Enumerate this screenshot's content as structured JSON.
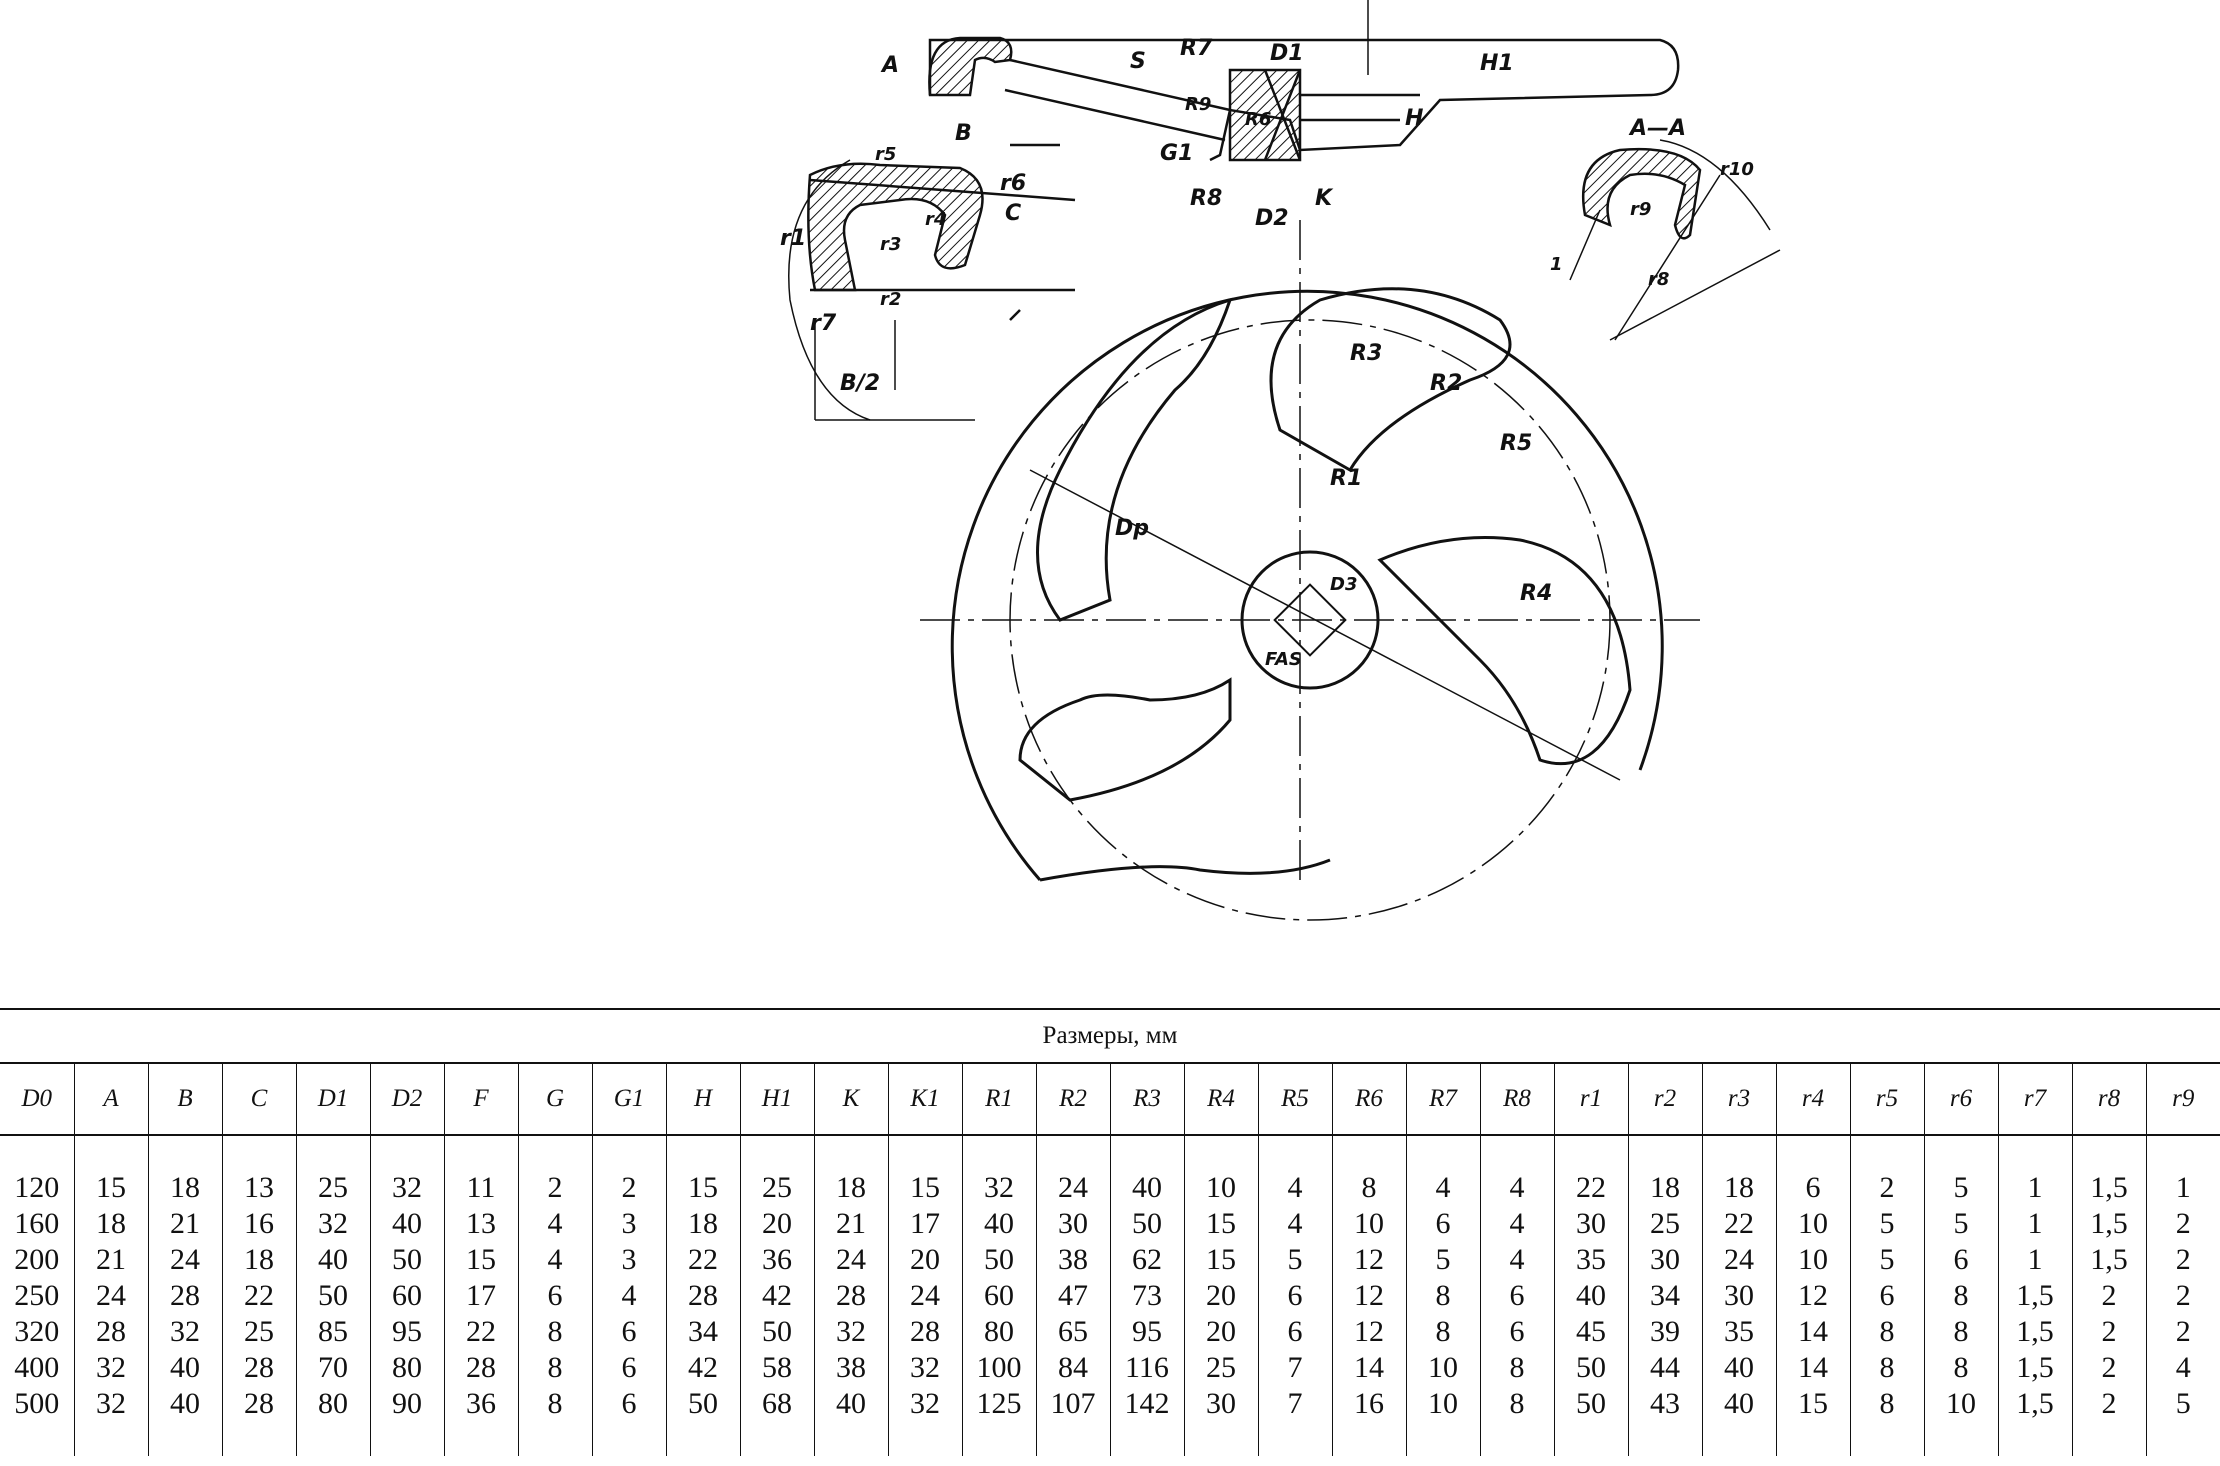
{
  "drawing": {
    "labels": {
      "A": "A",
      "B": "B",
      "S": "S",
      "R7": "R7",
      "D1": "D1",
      "H1": "H1",
      "H": "H",
      "R9": "R9",
      "R6": "R6",
      "r6": "r6",
      "G1": "G1",
      "R8": "R8",
      "D2": "D2",
      "K": "K",
      "r5": "r5",
      "C": "C",
      "r3": "r3",
      "r4": "r4",
      "r7": "r7",
      "r2": "r2",
      "r1": "r1",
      "B2": "B/2",
      "AA": "A—A",
      "r10": "r10",
      "r9": "r9",
      "r8": "r8",
      "Dp": "Dp",
      "R3": "R3",
      "R2": "R2",
      "R5": "R5",
      "R1": "R1",
      "D3": "D3",
      "R4": "R4",
      "FAS": "FAS",
      "one": "1"
    }
  },
  "table": {
    "caption": "Размеры, мм",
    "headers": [
      "D0",
      "A",
      "B",
      "C",
      "D1",
      "D2",
      "F",
      "G",
      "G1",
      "H",
      "H1",
      "K",
      "K1",
      "R1",
      "R2",
      "R3",
      "R4",
      "R5",
      "R6",
      "R7",
      "R8",
      "r1",
      "r2",
      "r3",
      "r4",
      "r5",
      "r6",
      "r7",
      "r8",
      "r9"
    ],
    "rows": [
      [
        "120",
        "15",
        "18",
        "13",
        "25",
        "32",
        "11",
        "2",
        "2",
        "15",
        "25",
        "18",
        "15",
        "32",
        "24",
        "40",
        "10",
        "4",
        "8",
        "4",
        "4",
        "22",
        "18",
        "18",
        "6",
        "2",
        "5",
        "1",
        "1,5",
        "1"
      ],
      [
        "160",
        "18",
        "21",
        "16",
        "32",
        "40",
        "13",
        "4",
        "3",
        "18",
        "20",
        "21",
        "17",
        "40",
        "30",
        "50",
        "15",
        "4",
        "10",
        "6",
        "4",
        "30",
        "25",
        "22",
        "10",
        "5",
        "5",
        "1",
        "1,5",
        "2"
      ],
      [
        "200",
        "21",
        "24",
        "18",
        "40",
        "50",
        "15",
        "4",
        "3",
        "22",
        "36",
        "24",
        "20",
        "50",
        "38",
        "62",
        "15",
        "5",
        "12",
        "5",
        "4",
        "35",
        "30",
        "24",
        "10",
        "5",
        "6",
        "1",
        "1,5",
        "2"
      ],
      [
        "250",
        "24",
        "28",
        "22",
        "50",
        "60",
        "17",
        "6",
        "4",
        "28",
        "42",
        "28",
        "24",
        "60",
        "47",
        "73",
        "20",
        "6",
        "12",
        "8",
        "6",
        "40",
        "34",
        "30",
        "12",
        "6",
        "8",
        "1,5",
        "2",
        "2"
      ],
      [
        "320",
        "28",
        "32",
        "25",
        "85",
        "95",
        "22",
        "8",
        "6",
        "34",
        "50",
        "32",
        "28",
        "80",
        "65",
        "95",
        "20",
        "6",
        "12",
        "8",
        "6",
        "45",
        "39",
        "35",
        "14",
        "8",
        "8",
        "1,5",
        "2",
        "2"
      ],
      [
        "400",
        "32",
        "40",
        "28",
        "70",
        "80",
        "28",
        "8",
        "6",
        "42",
        "58",
        "38",
        "32",
        "100",
        "84",
        "116",
        "25",
        "7",
        "14",
        "10",
        "8",
        "50",
        "44",
        "40",
        "14",
        "8",
        "8",
        "1,5",
        "2",
        "4"
      ],
      [
        "500",
        "32",
        "40",
        "28",
        "80",
        "90",
        "36",
        "8",
        "6",
        "50",
        "68",
        "40",
        "32",
        "125",
        "107",
        "142",
        "30",
        "7",
        "16",
        "10",
        "8",
        "50",
        "43",
        "40",
        "15",
        "8",
        "10",
        "1,5",
        "2",
        "5"
      ]
    ]
  }
}
